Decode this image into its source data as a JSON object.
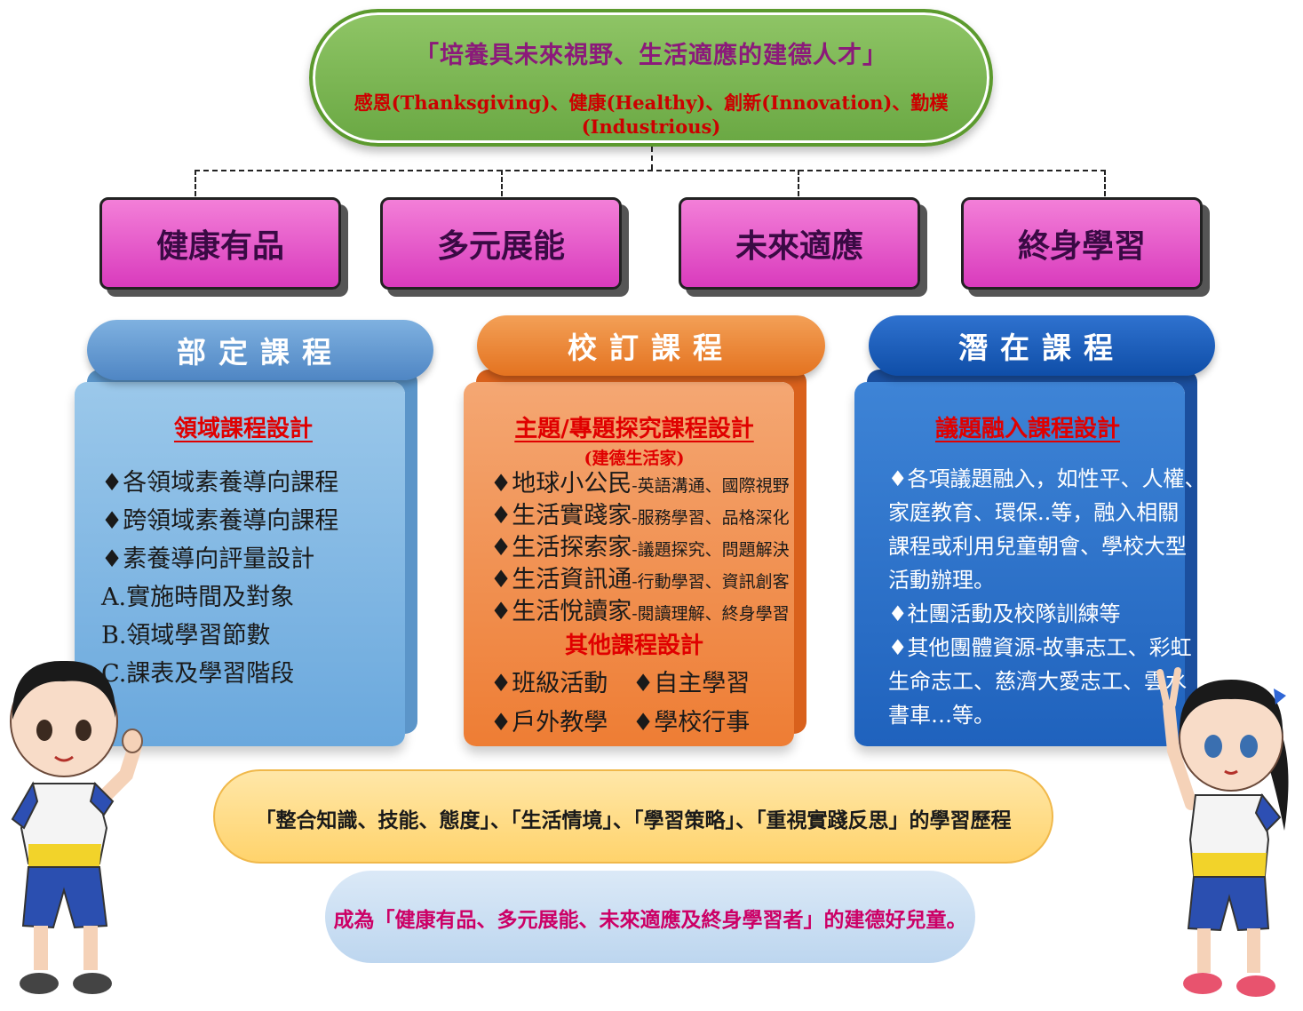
{
  "vision": {
    "title": "「培養具未來視野、生活適應的建德人才」",
    "values": "感恩(Thanksgiving)、健康(Healthy)、創新(Innovation)、勤樸(Industrious)"
  },
  "goals": [
    "健康有品",
    "多元展能",
    "未來適應",
    "終身學習"
  ],
  "panels": [
    {
      "tab": "部定課程",
      "heading": "領域課程設計",
      "lines": [
        "♦各領域素養導向課程",
        "♦跨領域素養導向課程",
        "♦素養導向評量設計",
        "A.實施時間及對象",
        "B.領域學習節數",
        "C.課表及學習階段"
      ]
    },
    {
      "tab": "校訂課程",
      "heading": "主題/專題探究課程設計",
      "subheading": "(建德生活家)",
      "items": [
        {
          "main": "♦地球小公民",
          "sub": "-英語溝通、國際視野"
        },
        {
          "main": "♦生活實踐家",
          "sub": "-服務學習、品格深化"
        },
        {
          "main": "♦生活探索家",
          "sub": "-議題探究、問題解決"
        },
        {
          "main": "♦生活資訊通",
          "sub": "-行動學習、資訊創客"
        },
        {
          "main": "♦生活悅讀家",
          "sub": "-閱讀理解、終身學習"
        }
      ],
      "heading2": "其他課程設計",
      "grid": [
        "♦班級活動",
        "♦自主學習",
        "♦戶外教學",
        "♦學校行事"
      ]
    },
    {
      "tab": "潛在課程",
      "heading": "議題融入課程設計",
      "lines": [
        "♦各項議題融入，如性平、人權、",
        "家庭教育、環保..等，融入相關",
        "課程或利用兒童朝會、學校大型",
        "活動辦理。",
        "♦社團活動及校隊訓練等",
        "♦其他團體資源-故事志工、彩虹",
        "生命志工、慈濟大愛志工、雲水",
        "書車…等。"
      ]
    }
  ],
  "bottom": {
    "process": "「整合知識、技能、態度」、「生活情境」、「學習策略」、「重視實踐反思」的學習歷程",
    "goal": "成為「健康有品、多元展能、未來適應及終身學習者」的建德好兒童。"
  }
}
